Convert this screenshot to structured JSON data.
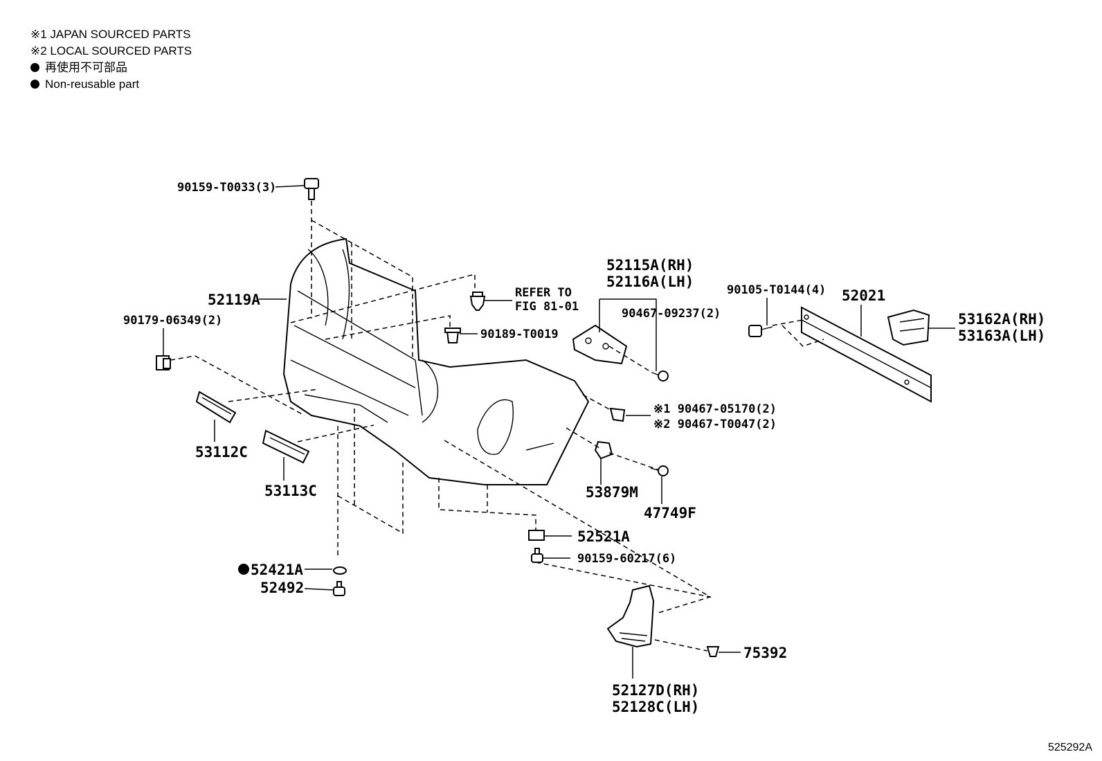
{
  "legend": {
    "line1": "※1 JAPAN SOURCED PARTS",
    "line2": "※2 LOCAL SOURCED PARTS",
    "line3": "再使用不可部品",
    "line4": "Non-reusable part"
  },
  "labels": {
    "p90159_t0033": "90159-T0033(3)",
    "p52119a": "52119A",
    "p90179_06349": "90179-06349(2)",
    "refer_to": "REFER TO",
    "fig_81_01": "FIG 81-01",
    "p90189_t0019": "90189-T0019",
    "p52115a": "52115A(RH)",
    "p52116a": "52116A(LH)",
    "p90467_09237": "90467-09237(2)",
    "p90105_t0144": "90105-T0144(4)",
    "p52021": "52021",
    "p53162a": "53162A(RH)",
    "p53163a": "53163A(LH)",
    "p90467_05170": "※1 90467-05170(2)",
    "p90467_t0047": "※2 90467-T0047(2)",
    "p53112c": "53112C",
    "p53113c": "53113C",
    "p53879m": "53879M",
    "p47749f": "47749F",
    "p52521a": "52521A",
    "p90159_60217": "90159-60217(6)",
    "p52421a": "52421A",
    "p52492": "52492",
    "p75392": "75392",
    "p52127d": "52127D(RH)",
    "p52128c": "52128C(LH)"
  },
  "figure_code": "525292A"
}
